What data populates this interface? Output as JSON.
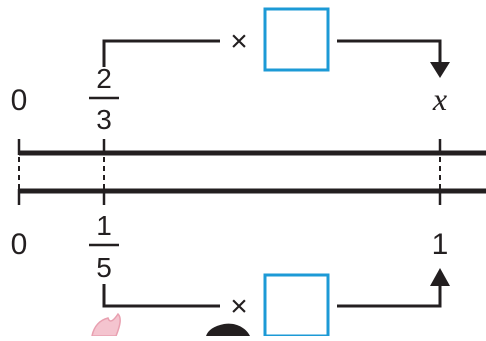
{
  "top_line": {
    "start_label": "0",
    "fraction": {
      "numerator": "2",
      "denominator": "3"
    },
    "end_label": "x"
  },
  "bottom_line": {
    "start_label": "0",
    "fraction": {
      "numerator": "1",
      "denominator": "5"
    },
    "end_label": "1"
  },
  "operator": "×",
  "colors": {
    "line": "#231f20",
    "answer_box": "#1c9ad6",
    "pink_decoration": "#e8a0b0"
  }
}
